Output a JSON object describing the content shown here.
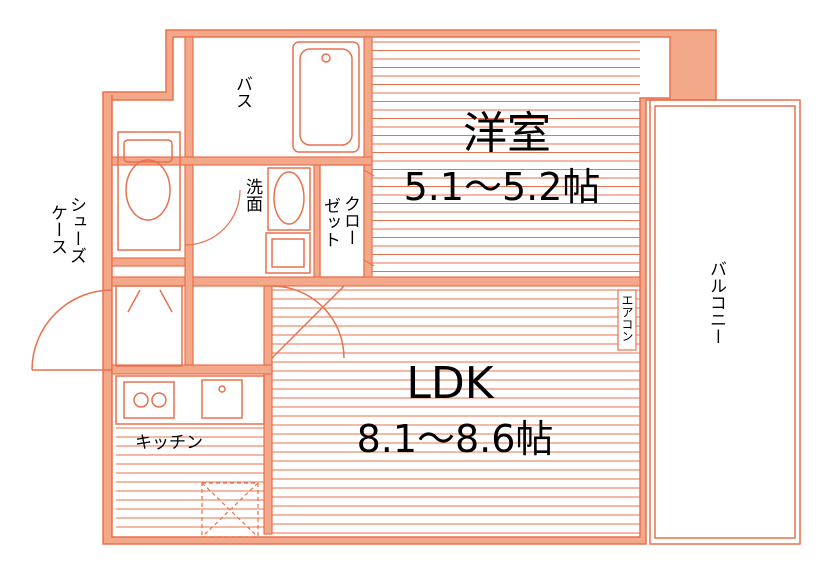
{
  "colors": {
    "wall": "#f4a88a",
    "line": "#e8714e",
    "floor": "#ffffff"
  },
  "rooms": {
    "western": {
      "name": "洋室",
      "size": "5.1〜5.2帖"
    },
    "ldk": {
      "name": "LDK",
      "size": "8.1〜8.6帖"
    },
    "bath": {
      "name": "バス"
    },
    "washroom": {
      "name": "洗面"
    },
    "closet": {
      "name": "クローゼット",
      "line1": "クロー",
      "line2": "ゼット"
    },
    "shoe_case": {
      "line1": "シューズ",
      "line2": "ケース"
    },
    "kitchen": {
      "name": "キッチン"
    },
    "aircon": {
      "name": "エアコン"
    },
    "balcony": {
      "name": "バルコニー"
    }
  }
}
